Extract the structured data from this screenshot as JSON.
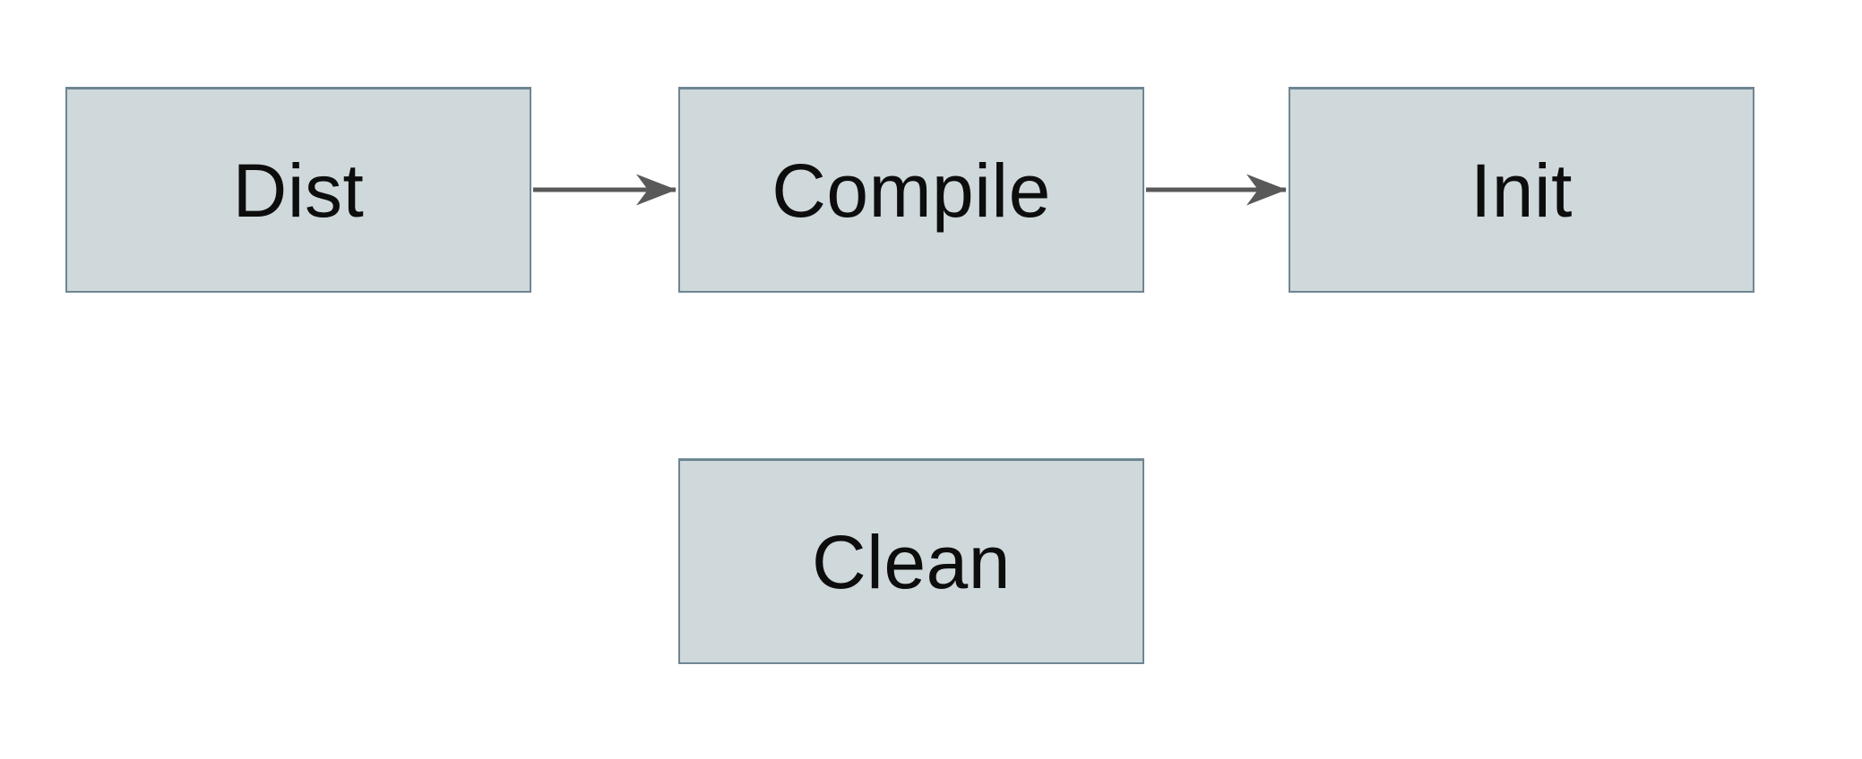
{
  "diagram": {
    "nodes": [
      {
        "id": "dist",
        "label": "Dist"
      },
      {
        "id": "compile",
        "label": "Compile"
      },
      {
        "id": "init",
        "label": "Init"
      },
      {
        "id": "clean",
        "label": "Clean"
      }
    ],
    "edges": [
      {
        "from": "dist",
        "to": "compile",
        "style": "solid-arrow"
      },
      {
        "from": "compile",
        "to": "init",
        "style": "solid-arrow"
      }
    ]
  },
  "colors": {
    "background": "#ffffff",
    "node_fill": "#cfd8da",
    "node_border": "#6f8692",
    "arrow": "#595959",
    "text": "#0d0d0d"
  }
}
